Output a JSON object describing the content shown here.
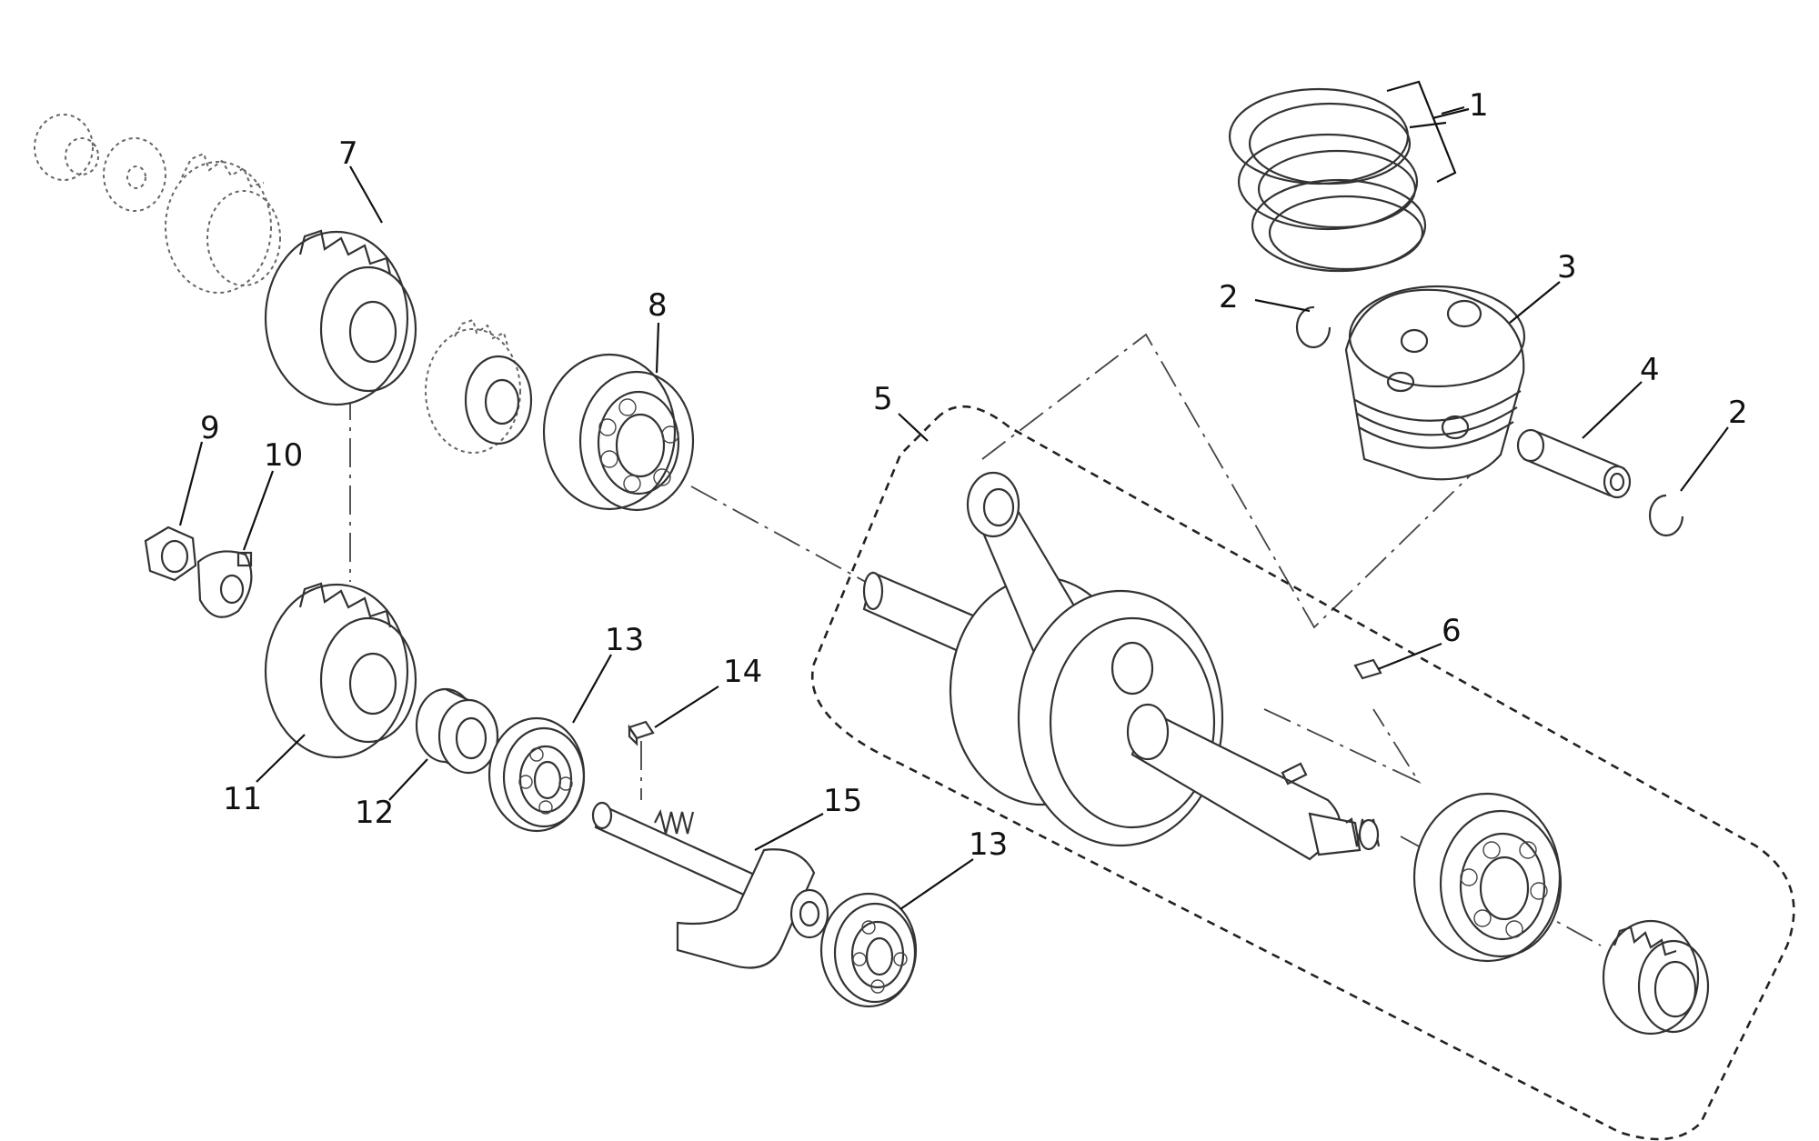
{
  "callouts": [
    {
      "id": "c1",
      "label": "1"
    },
    {
      "id": "c2a",
      "label": "2"
    },
    {
      "id": "c2b",
      "label": "2"
    },
    {
      "id": "c3",
      "label": "3"
    },
    {
      "id": "c4",
      "label": "4"
    },
    {
      "id": "c5",
      "label": "5"
    },
    {
      "id": "c6",
      "label": "6"
    },
    {
      "id": "c7",
      "label": "7"
    },
    {
      "id": "c8",
      "label": "8"
    },
    {
      "id": "c9",
      "label": "9"
    },
    {
      "id": "c10",
      "label": "10"
    },
    {
      "id": "c11",
      "label": "11"
    },
    {
      "id": "c12",
      "label": "12"
    },
    {
      "id": "c13a",
      "label": "13"
    },
    {
      "id": "c13b",
      "label": "13"
    },
    {
      "id": "c14",
      "label": "14"
    },
    {
      "id": "c15",
      "label": "15"
    }
  ],
  "colors": {
    "line": "#333333",
    "background": "#ffffff",
    "label": "#111111"
  }
}
